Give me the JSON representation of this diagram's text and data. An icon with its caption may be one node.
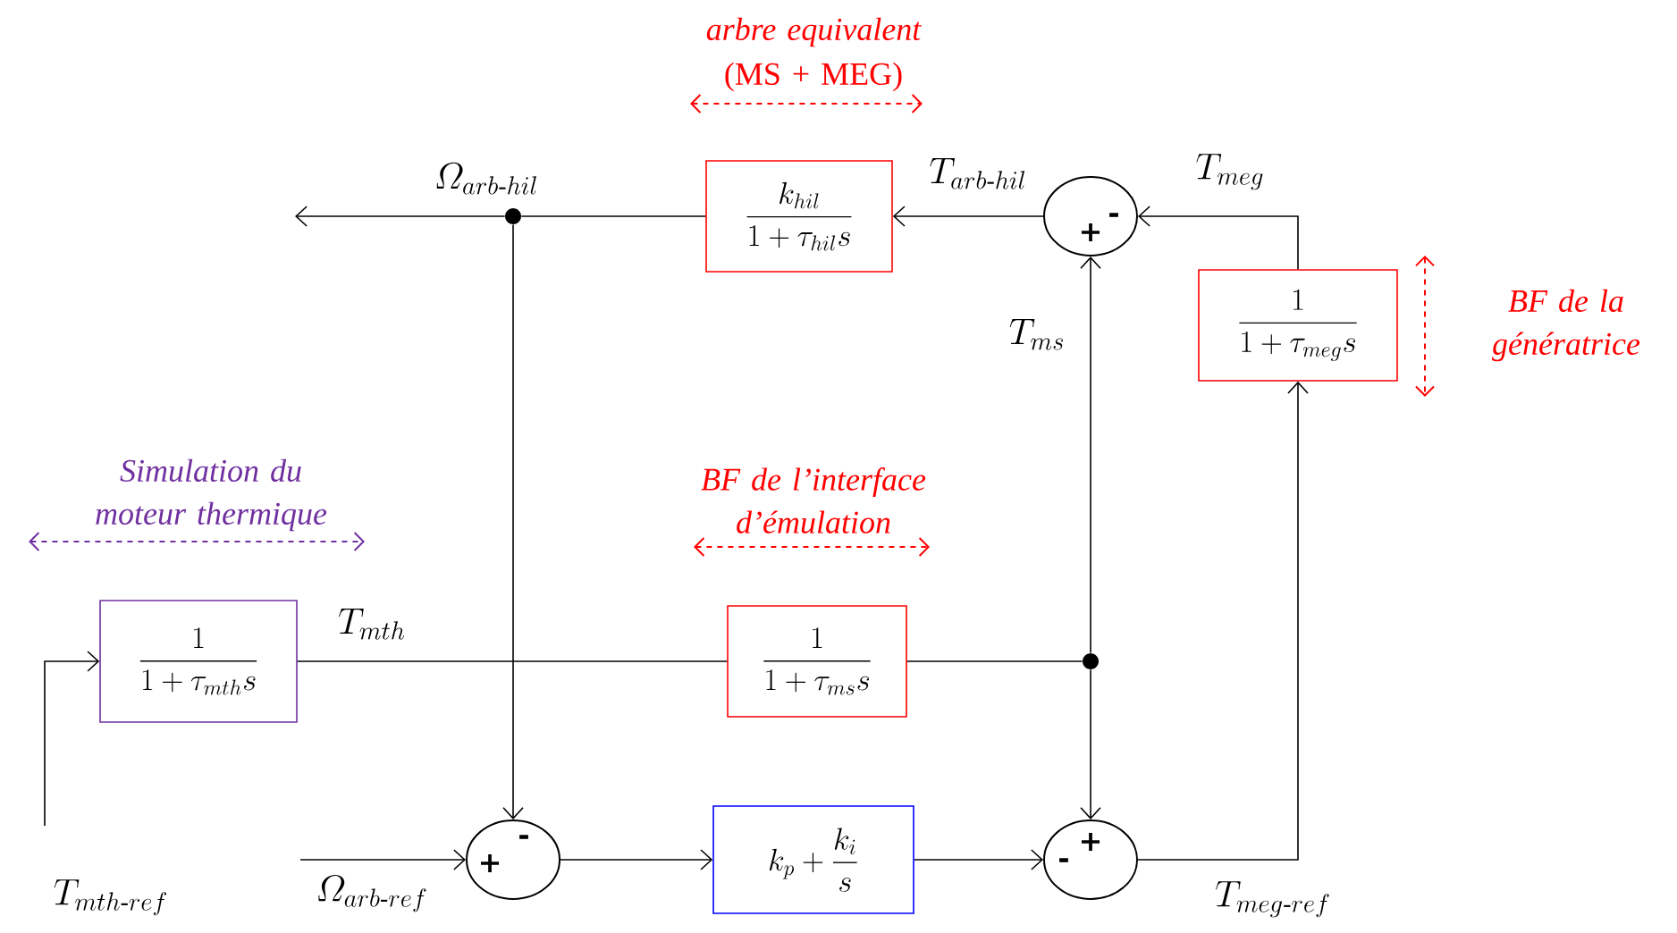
{
  "diagram": {
    "nodes": [
      {
        "text": [
          "\\frac{k_{hil}}{1+\\tau_{hil}s}"
        ]
      },
      {
        "text": [
          "+",
          "-"
        ]
      },
      {
        "text": [
          "\\frac{1}{1+\\tau_{meg}s}"
        ]
      },
      {
        "text": [
          "\\frac{1}{1+\\tau_{mth}s}"
        ]
      },
      {
        "text": [
          "\\frac{1}{1+\\tau_{ms}s}"
        ]
      },
      {
        "text": [
          "+",
          "-"
        ]
      },
      {
        "text": [
          "k_p+\\frac{k_i}{s}"
        ]
      },
      {
        "text": [
          "+",
          "-"
        ]
      },
      {
        "text": [],
        "shape": "circle"
      },
      {
        "text": [],
        "shape": "circle"
      }
    ],
    "edges": [
      {
        "from": 1,
        "to": 0,
        "arrow": "to",
        "label": "T_{arb\\text{-}hil}"
      },
      {
        "from": 0,
        "to": 8,
        "arrow": "none"
      },
      {
        "from": 8,
        "to": null,
        "arrow": "to",
        "label": "\\varOmega_{arb\\text{-}hil}"
      },
      {
        "from": 8,
        "to": 5,
        "arrow": "to"
      },
      {
        "from": 2,
        "to": 1,
        "arrow": "to",
        "label": "T_{meg}"
      },
      {
        "from": 9,
        "to": 1,
        "arrow": "to",
        "label": "T_{ms}"
      },
      {
        "from": 9,
        "to": 7,
        "arrow": "to"
      },
      {
        "from": 3,
        "to": 4,
        "arrow": "none",
        "label": "T_{mth}"
      },
      {
        "from": 4,
        "to": 9,
        "arrow": "none"
      },
      {
        "from": null,
        "to": 3,
        "arrow": "to",
        "label": "T_{mth\\text{-}ref}"
      },
      {
        "from": null,
        "to": 5,
        "arrow": "to",
        "label": "\\varOmega_{arb\\text{-}ref}"
      },
      {
        "from": 5,
        "to": 6,
        "arrow": "to"
      },
      {
        "from": 6,
        "to": 7,
        "arrow": "to"
      },
      {
        "from": 7,
        "to": 2,
        "arrow": "to",
        "label": "T_{meg\\text{-}ref}"
      }
    ],
    "labels": [
      "arbre equivalent",
      "(MS + MEG)",
      "BF de l’interface d’émulation",
      "Simulation du moteur thermique",
      "BF de la génératrice"
    ]
  }
}
